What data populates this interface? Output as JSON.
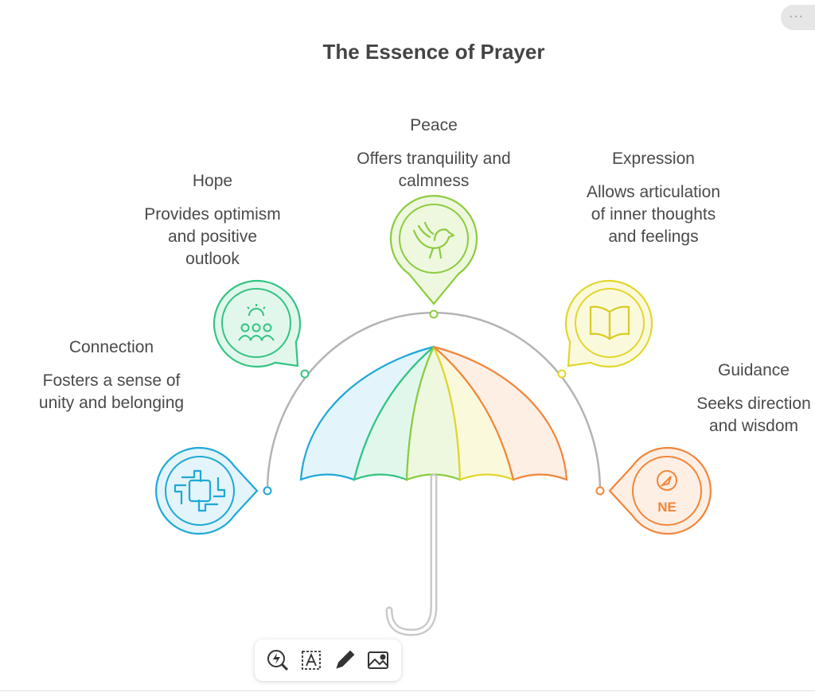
{
  "title": "The Essence of Prayer",
  "menu_label": "···",
  "items": [
    {
      "heading": "Connection",
      "description": "Fosters a sense of unity and belonging",
      "color": "#1ea8d6",
      "icon": "hands-network-icon"
    },
    {
      "heading": "Hope",
      "description": "Provides optimism and positive outlook",
      "color": "#33c482",
      "icon": "people-sun-icon"
    },
    {
      "heading": "Peace",
      "description": "Offers tranquility and calmness",
      "color": "#8ccc3f",
      "icon": "dove-icon"
    },
    {
      "heading": "Expression",
      "description": "Allows articulation of inner thoughts and feelings",
      "color": "#e2d62c",
      "icon": "open-book-icon"
    },
    {
      "heading": "Guidance",
      "description": "Seeks direction and wisdom",
      "color": "#f0863a",
      "icon": "compass-icon",
      "icon_text": "NE"
    }
  ],
  "toolbar": [
    "ai-zoom-icon",
    "text-box-icon",
    "pen-icon",
    "image-icon"
  ]
}
